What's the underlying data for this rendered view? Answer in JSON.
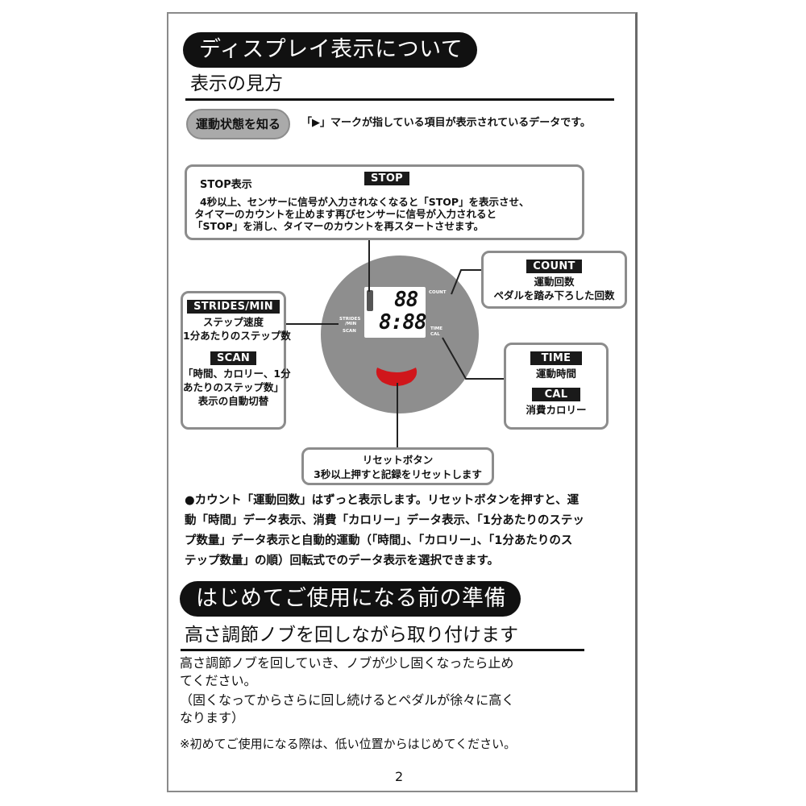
{
  "section1": {
    "title": "ディスプレイ表示について",
    "subtitle": "表示の見方",
    "badge": "運動状態を知る",
    "intro": "「▶」マークが指している項目が表示されているデータです。"
  },
  "callouts": {
    "stop": {
      "tag": "STOP",
      "heading": "STOP表示",
      "lines": [
        "4秒以上、センサーに信号が入力されなくなると「STOP」を表示させ、",
        "タイマーのカウントを止めます再びセンサーに信号が入力されると",
        "「STOP」を消し、タイマーのカウントを再スタートさせます。"
      ]
    },
    "count": {
      "tag": "COUNT",
      "lines": [
        "運動回数",
        "ペダルを踏み下ろした回数"
      ]
    },
    "strides": {
      "tag": "STRIDES/MIN",
      "lines": [
        "ステップ速度",
        "1分あたりのステップ数"
      ],
      "scan_tag": "SCAN",
      "scan_lines": [
        "「時間、カロリー、1分",
        "あたりのステップ数」",
        "表示の自動切替"
      ]
    },
    "time": {
      "tag": "TIME",
      "lines": [
        "運動時間"
      ],
      "cal_tag": "CAL",
      "cal_lines": [
        "消費カロリー"
      ]
    },
    "reset": {
      "lines": [
        "リセットボタン",
        "3秒以上押すと記録をリセットします"
      ]
    }
  },
  "device": {
    "lcd_top": "88",
    "lcd_bottom": "8:88",
    "label_count": "COUNT",
    "label_time": "TIME",
    "label_cal": "CAL",
    "label_strides": "STRIDES",
    "label_min": "/MIN",
    "label_scan": "SCAN",
    "body_color": "#8e8e8e",
    "button_color": "#d0161b"
  },
  "description": {
    "lines": [
      "●カウント「運動回数」はずっと表示します。リセットボタンを押すと、運",
      "動「時間」データ表示、消費「カロリー」データ表示、「1分あたりのステッ",
      "プ数量」データ表示と自動的運動（「時間」、「カロリー」、「1分あたりのス",
      "テップ数量」の順）回転式でのデータ表示を選択できます。"
    ]
  },
  "section2": {
    "title": "はじめてご使用になる前の準備",
    "subtitle": "高さ調節ノブを回しながら取り付けます",
    "lines": [
      "高さ調節ノブを回していき、ノブが少し固くなったら止め",
      "てください。",
      "（固くなってからさらに回し続けるとペダルが徐々に高く",
      "なります）"
    ],
    "note": "※初めてご使用になる際は、低い位置からはじめてください。"
  },
  "page_number": "2"
}
